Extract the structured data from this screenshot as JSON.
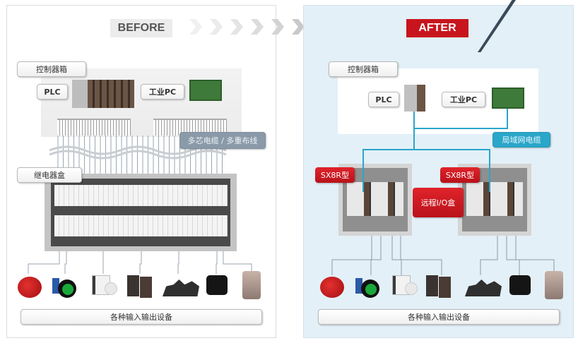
{
  "before": {
    "banner": "BEFORE",
    "control_box_label": "控制器箱",
    "plc_label": "PLC",
    "ipc_label": "工业PC",
    "cable_label": "多芯电缆 / 多重布线",
    "relay_box_label": "继电器盒",
    "devices_label": "各种输入输出设备"
  },
  "after": {
    "banner": "AFTER",
    "control_box_label": "控制器箱",
    "plc_label": "PLC",
    "ipc_label": "工业PC",
    "lan_label": "局域网电缆",
    "sx8r_left": "SX8R型",
    "sx8r_right": "SX8R型",
    "remote_io_label": "远程I/O盒",
    "devices_label": "各种输入输出设备"
  },
  "devices": [
    "red-beacon",
    "green-pushbutton",
    "white-sensor",
    "photoelectric-sensor",
    "relay-socket",
    "black-sensor",
    "round-sensor"
  ],
  "colors": {
    "accent_red": "#c8151d",
    "lan_blue": "#2aa6c9",
    "after_bg": "#e3f0f8",
    "cable_label_bg": "#8a9aa8"
  }
}
